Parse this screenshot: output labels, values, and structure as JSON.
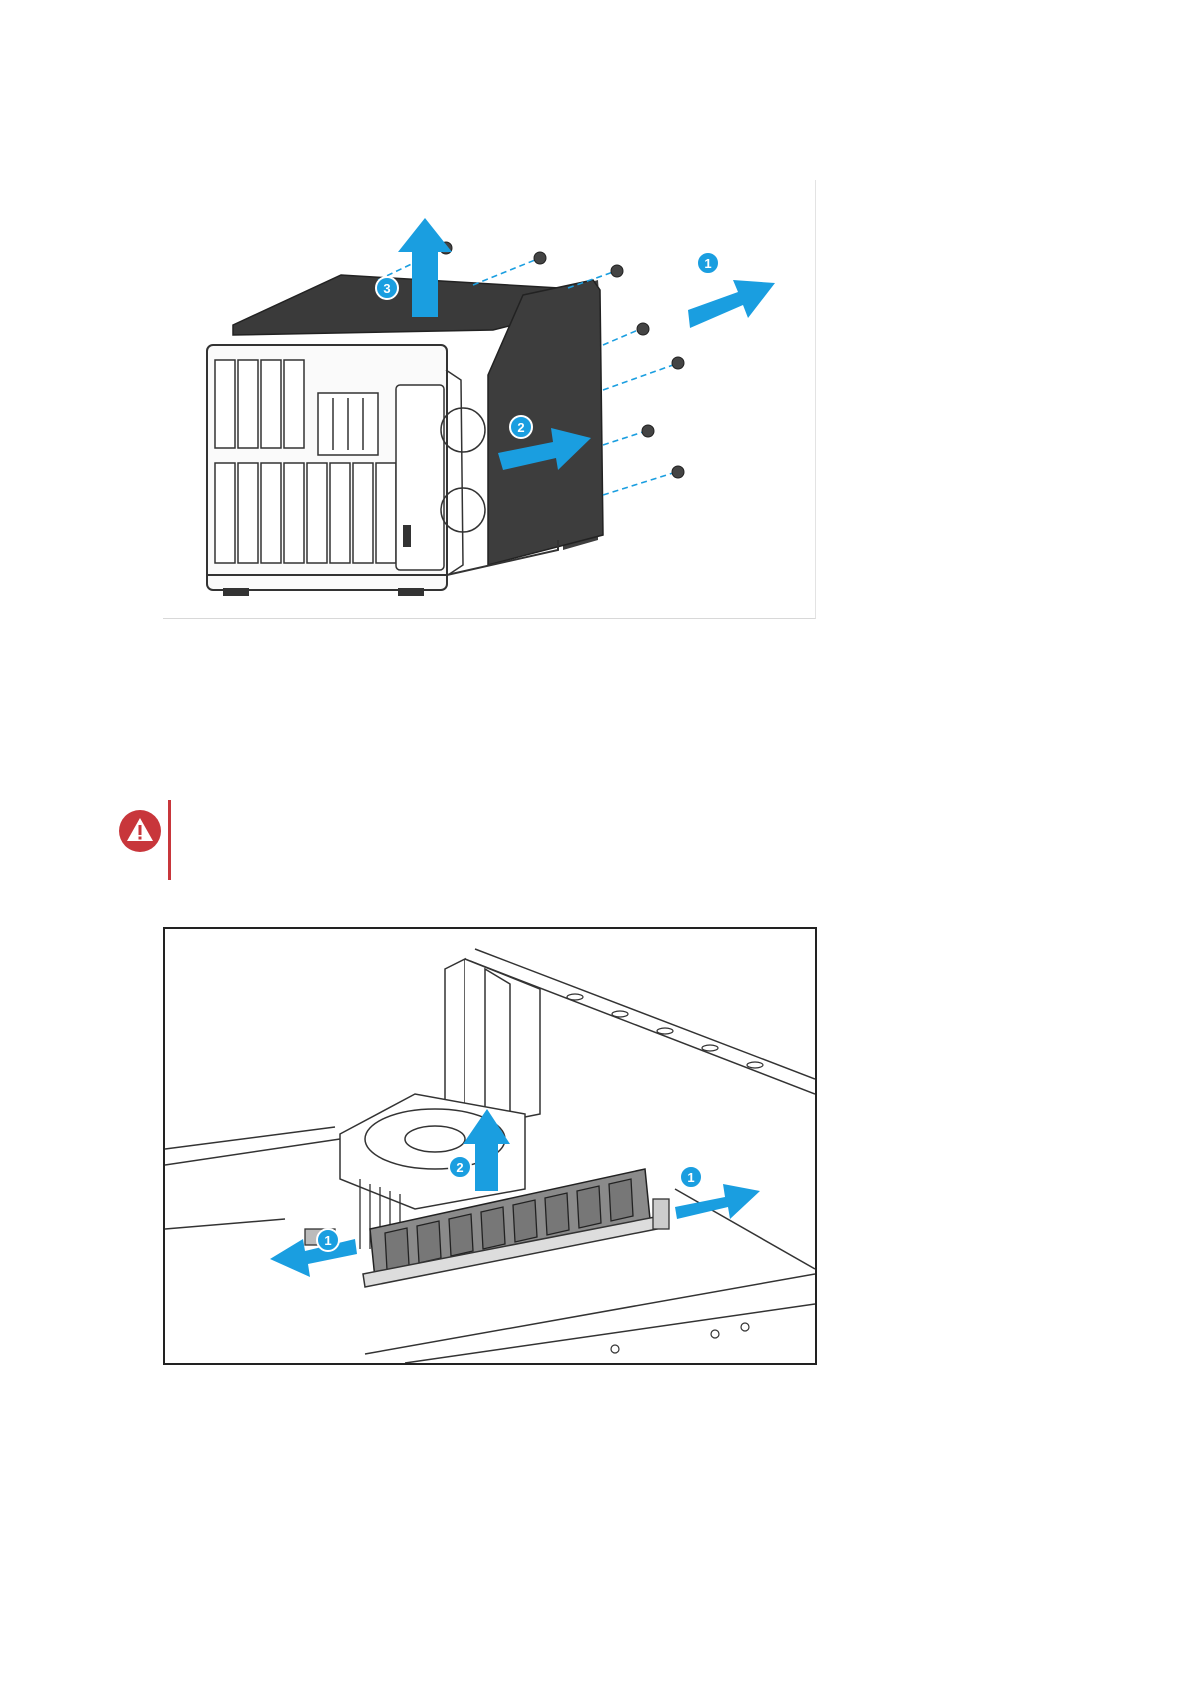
{
  "figures": {
    "cover_removal": {
      "callouts": [
        "1",
        "2",
        "3"
      ]
    },
    "memory_removal": {
      "callouts": [
        "1",
        "1",
        "2"
      ]
    }
  },
  "warning": {
    "icon": "warning-triangle-icon",
    "accent_color": "#c8363b"
  },
  "colors": {
    "arrow": "#1a9ee0",
    "callout": "#1a9ee0",
    "line_art": "#333333"
  }
}
